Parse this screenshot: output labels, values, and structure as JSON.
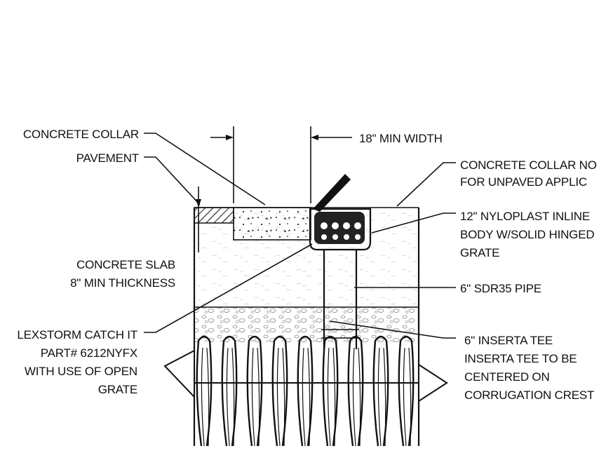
{
  "labels": {
    "concrete_collar": "CONCRETE COLLAR",
    "pavement": "PAVEMENT",
    "min_width": "18\" MIN WIDTH",
    "collar_not_req_1": "CONCRETE COLLAR NO",
    "collar_not_req_2": "FOR UNPAVED APPLIC",
    "inlet_1": "12\" NYLOPLAST INLINE",
    "inlet_2": "BODY W/SOLID HINGED",
    "inlet_3": "GRATE",
    "slab_1": "CONCRETE SLAB",
    "slab_2": "8\" MIN THICKNESS",
    "pipe": "6\" SDR35 PIPE",
    "flexstorm_1": "LEXSTORM CATCH IT",
    "flexstorm_2": "PART# 6212NYFX",
    "flexstorm_3": "WITH USE OF OPEN",
    "flexstorm_4": "GRATE",
    "tee_1": "6\" INSERTA TEE",
    "tee_2": "INSERTA TEE TO BE",
    "tee_3": "CENTERED ON",
    "tee_4": "CORRUGATION CREST"
  },
  "colors": {
    "ink": "#111111",
    "background": "#ffffff"
  }
}
